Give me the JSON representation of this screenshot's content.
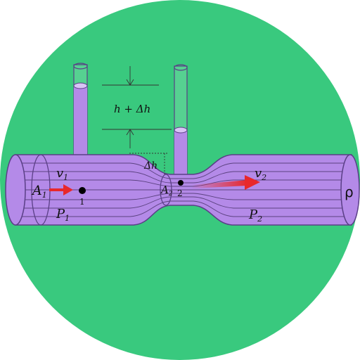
{
  "colors": {
    "background_circle": "#39c97e",
    "pipe_fill": "#b48ae8",
    "pipe_stroke": "#5a3f86",
    "tube_fill": "#b48ae8",
    "arrow": "#e8282b",
    "point": "#000000"
  },
  "labels": {
    "area_1": "A",
    "area_1_sub": "1",
    "area_2": "A",
    "area_2_sub": "2",
    "velocity_1": "v",
    "velocity_1_sub": "1",
    "velocity_2": "v",
    "velocity_2_sub": "2",
    "pressure_1": "P",
    "pressure_1_sub": "1",
    "pressure_2": "P",
    "pressure_2_sub": "2",
    "point_1": "1",
    "point_2": "2",
    "height_diff": "h  +  Δh",
    "delta_h": "Δh",
    "density": "ρ"
  }
}
